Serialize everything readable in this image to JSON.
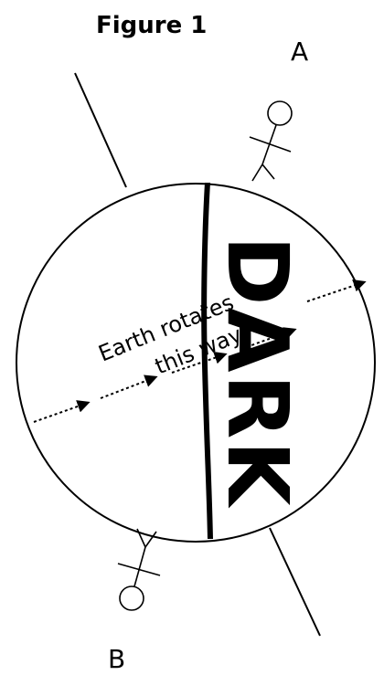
{
  "figure": {
    "title": "Figure 1",
    "label_a": "A",
    "label_b": "B",
    "dark_label": "DARK",
    "rotation_label_line1": "Earth rotates",
    "rotation_label_line2": "this way"
  },
  "colors": {
    "ink": "#000000",
    "background": "#ffffff"
  },
  "icons": [
    "person-figure-a",
    "person-figure-b",
    "rotation-arrow"
  ]
}
